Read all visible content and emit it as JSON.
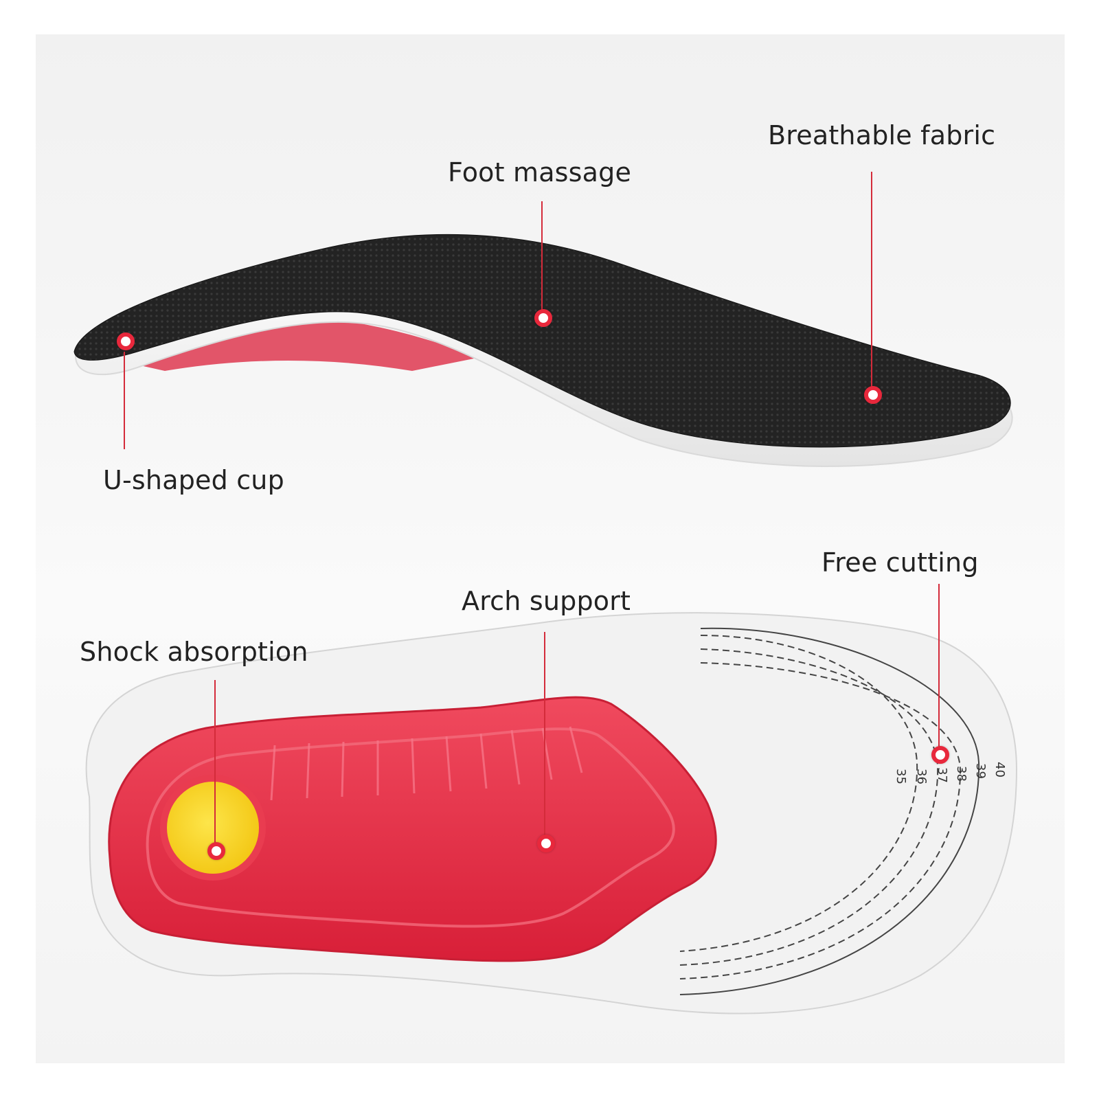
{
  "callouts": {
    "breathable_fabric": "Breathable fabric",
    "foot_massage": "Foot massage",
    "u_shaped_cup": "U-shaped cup",
    "free_cutting": "Free cutting",
    "arch_support": "Arch support",
    "shock_absorption": "Shock absorption"
  },
  "size_marks": [
    "35",
    "36",
    "37",
    "38",
    "39",
    "40"
  ],
  "colors": {
    "accent_red": "#e8283c",
    "fabric_black": "#1f1f1f",
    "gel_red": "#e33148",
    "heel_yellow": "#f7d61b"
  }
}
